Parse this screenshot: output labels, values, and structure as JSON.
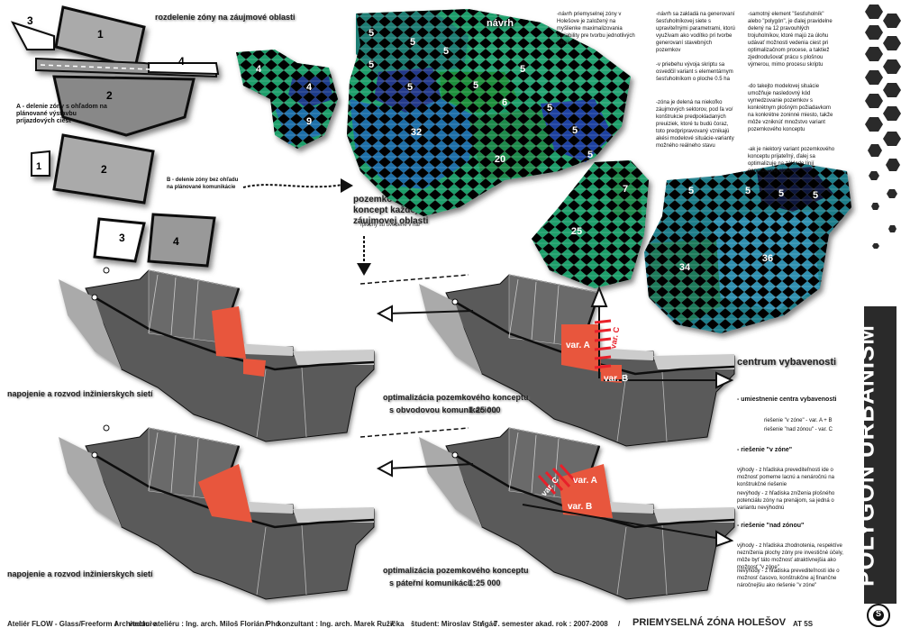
{
  "sketches": {
    "top_title": "rozdelenie zóny na záujmové oblasti",
    "zones_top": [
      "3",
      "1",
      "2",
      "4"
    ],
    "note_a": "A - delenie zóny s ohľadom na plánované výstavbu príjazdových ciest",
    "zones_mid": [
      "1",
      "2",
      "3",
      "4"
    ],
    "note_b": "B - delenie zóny bez ohľadu na plánované komunikácie"
  },
  "navrh": {
    "title": "návrh",
    "cluster_labels": [
      "4",
      "4",
      "9",
      "5",
      "5",
      "5",
      "5",
      "5",
      "5",
      "6",
      "32",
      "5",
      "5",
      "5",
      "5",
      "20",
      "7",
      "25",
      "5",
      "5",
      "5",
      "5",
      "34",
      "36"
    ]
  },
  "concept_label": {
    "title": "pozemkový koncept každej záujmovej oblasti",
    "sub": "/plochy sú uvedené v ha/"
  },
  "text_columns": {
    "col1": "-návrh priemyselnej zóny v Holešove je založený na myšlienke maximalizovania variability pre tvorbu jednotlivých parciel",
    "col2a": "-návrh sa zakladá na generovaní šesťuholníkovej siete s upraviteľnými parametrami, ktorú využívam ako vodítko pri tvorbe generovaní stavebných pozemkov",
    "col2b": "-v priebehu vývoja skriptu sa osvedčil variant s elementárnym šesťuholníkom o ploche 0.5 ha",
    "col2c": "-zóna je delená na niekoľko záujmových sektorov, pod ľa vo/ konštrukcie predpokladaných preuiziek, ktoré tu budú čoraz, toto predpripravovaný vznikajú akési modelové situácie-varianty možného reálneho stavu",
    "col3a": "-samotný element \"šesťuholník\" alebo \"polygón\", je ďalej pravidelne delený na 12 pravouhlých trojuholníkov, ktoré majú za úlohu udávať možnosti vedenia ciest pri optimalizačnom procese, a taktiež zjednodušovať prácu s plošnou výmerou, mimo procesu skriptu",
    "col3b": "-do takejto modelovej situácie umožňuje nasledovný kód vymedzovanie pozemkov s konkrétnym plošným požiadavkom na konkrétne zoninné miesto, takže môže vzniknúť množstvo variant pozemkového konceptu",
    "col3c": "-ak je niektorý variant pozemkového konceptu prijateľný, ďalej sa optimalizuje na základe línií generovanej siete"
  },
  "plans": {
    "label_top_left": "napojenie a rozvod inžinierskych sietí",
    "label_bottom_left": "napojenie a rozvod inžinierskych sietí",
    "opt1_title": "optimalizácia pozemkového konceptu",
    "opt1_sub": "s obvodovou komunikáciou",
    "opt2_title": "optimalizácia pozemkového konceptu",
    "opt2_sub": "s páteřní komunikácií",
    "scale": "1:25 000",
    "var_a": "var. A",
    "var_b": "var. B",
    "var_c": "var. C"
  },
  "center": {
    "title": "centrum vybavenosti",
    "item1": "- umiestnenie centra vybavenosti",
    "item1_sub1": "riešenie \"v zóne\" - var. A + B",
    "item1_sub2": "riešenie \"nad zónou\" - var. C",
    "item2": "- riešenie \"v zóne\"",
    "item2_txt": "výhody - z hľadiska prevediteľnosti ide o možnosť pomerne lacnú a nenáročnú na konštrukčné riešenie",
    "item2_txt2": "nevýhody - z hľadiska zníženia plošného potenciálu zóny na prenájom, sa jedná o variantu nevýhodnú",
    "item3": "- riešenie \"nad zónou\"",
    "item3_txt": "výhody - z hľadiska zhodnotenia, respektíve nezníženia plochy zóny pre investičné účely, môže byť táto možnosť atraktívnejšia ako možnosť \"v zóne\"",
    "item3_txt2": "nevýhody - z hľadiska prevediteľnosti ide o možnosť časovo, konštrukčne aj finančne náročnejšiu ako riešenie \"v zóne\""
  },
  "sidebar": {
    "title": "POLYGON URBANISM",
    "code": "S"
  },
  "footer": {
    "atelier": "Ateliér FLOW - Glass/Freeform Architecture",
    "leader": "vedúci ateliéru : Ing. arch. Miloš Florián Phd.",
    "consultant": "konzultant : Ing. arch. Marek Ružička",
    "student": "študent: Miroslav Strigáč",
    "semester": "7. semester akad. rok : 2007-2008",
    "project": "PRIEMYSELNÁ ZÓNA HOLEŠOV",
    "code": "AT 5S",
    "sep": "/"
  }
}
